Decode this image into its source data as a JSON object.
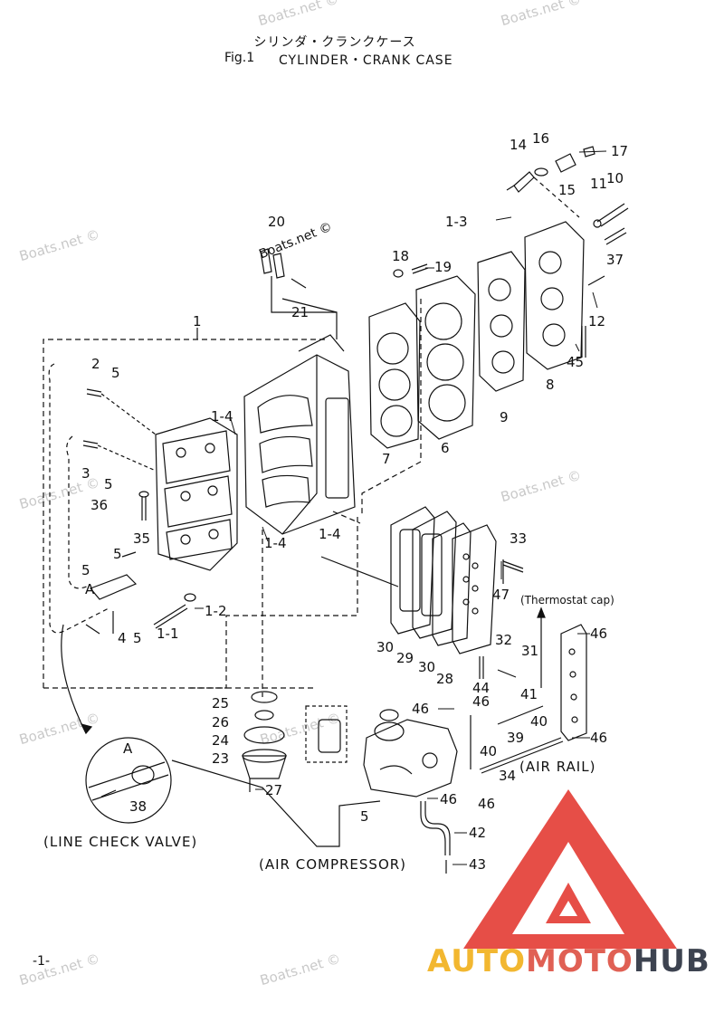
{
  "header": {
    "japanese_title": "シリンダ・クランクケース",
    "fig_number": "Fig.1",
    "title": "CYLINDER・CRANK CASE"
  },
  "watermark": {
    "text": "Boats.net ©"
  },
  "callouts": {
    "c1": "1",
    "c1_1": "1-1",
    "c1_2": "1-2",
    "c1_3": "1-3",
    "c1_4a": "1-4",
    "c1_4b": "1-4",
    "c1_4c": "1-4",
    "c2": "2",
    "c3": "3",
    "c4": "4",
    "c5a": "5",
    "c5b": "5",
    "c5c": "5",
    "c5d": "5",
    "c5e": "5",
    "c5f": "5",
    "c6": "6",
    "c7": "7",
    "c8": "8",
    "c9": "9",
    "c10": "10",
    "c11": "11",
    "c12": "12",
    "c14": "14",
    "c15": "15",
    "c16": "16",
    "c17": "17",
    "c18": "18",
    "c19": "19",
    "c20": "20",
    "c21": "21",
    "c23": "23",
    "c24": "24",
    "c25": "25",
    "c26": "26",
    "c27": "27",
    "c28": "28",
    "c29": "29",
    "c30a": "30",
    "c30b": "30",
    "c31": "31",
    "c32": "32",
    "c33": "33",
    "c34": "34",
    "c35": "35",
    "c36": "36",
    "c37": "37",
    "c38": "38",
    "c39": "39",
    "c40a": "40",
    "c40b": "40",
    "c41": "41",
    "c42": "42",
    "c43": "43",
    "c44": "44",
    "c45": "45",
    "c46a": "46",
    "c46b": "46",
    "c46c": "46",
    "c46d": "46",
    "c46e": "46",
    "c46f": "46",
    "c47": "47",
    "cA1": "A",
    "cA2": "A"
  },
  "notes": {
    "thermostat_cap": "(Thermostat cap)",
    "air_rail": "(AIR RAIL)",
    "line_check_valve": "(LINE CHECK VALVE)",
    "air_compressor": "(AIR COMPRESSOR)"
  },
  "footer": {
    "page_number": "-1-"
  },
  "logo": {
    "part1": "AUTO",
    "part2": "MOTO",
    "part3": "HUB"
  },
  "colors": {
    "ink": "#111111",
    "logo_red": "#e2362e",
    "logo_yellow": "#f2b730",
    "logo_dark": "#3d4350",
    "watermark": "#c9c9c9"
  }
}
